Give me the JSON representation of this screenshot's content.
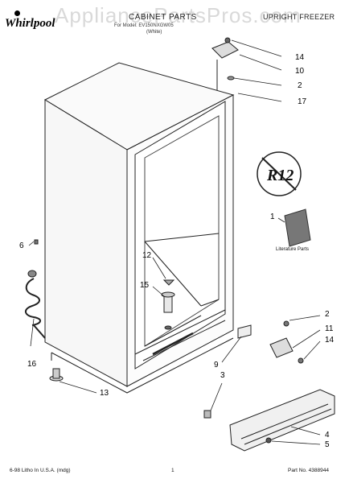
{
  "header": {
    "brand": "Whirlpool",
    "watermark": "AppliancePartsPros.com",
    "title": "CABINET PARTS",
    "subtitle_model": "For Model: EV150NXGW05",
    "subtitle_color": "(White)",
    "product_type": "UPRIGHT FREEZER"
  },
  "diagram": {
    "callouts": [
      "14",
      "10",
      "2",
      "17",
      "1",
      "6",
      "12",
      "15",
      "16",
      "13",
      "9",
      "3",
      "2",
      "11",
      "14",
      "4",
      "5"
    ],
    "literature_label": "Literature Parts",
    "badge_text": "R12"
  },
  "footer": {
    "left": "6-98 Litho In U.S.A. (mdg)",
    "center": "1",
    "right": "Part No. 4388944"
  }
}
